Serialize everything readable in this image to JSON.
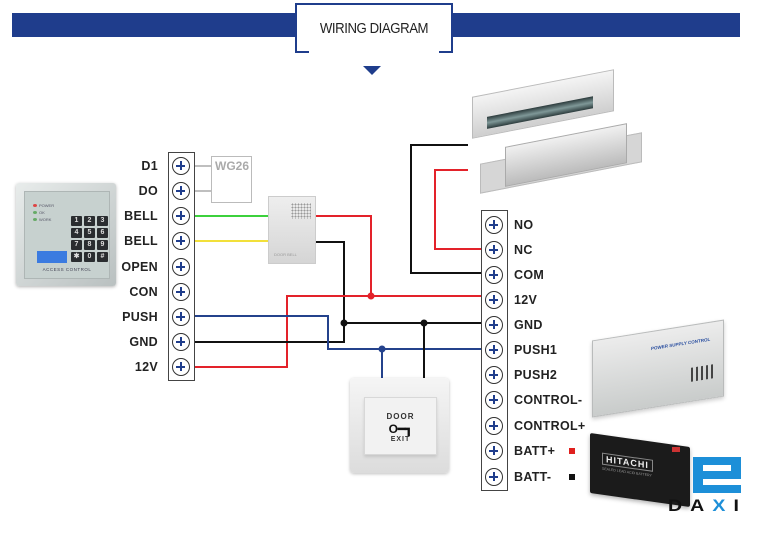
{
  "header": {
    "title": "WIRING DIAGRAM",
    "band_color": "#1f3d8c",
    "indicator": "down-triangle"
  },
  "keypad": {
    "keys": [
      "1",
      "2",
      "3",
      "4",
      "5",
      "6",
      "7",
      "8",
      "9",
      "✱",
      "0",
      "#"
    ],
    "leds": [
      "POWER",
      "OK",
      "WORK"
    ],
    "brand_text": "ACCESS CONTROL"
  },
  "left_terminal": {
    "labels": [
      "D1",
      "DO",
      "BELL",
      "BELL",
      "OPEN",
      "CON",
      "PUSH",
      "GND",
      "12V"
    ]
  },
  "wiegand": {
    "label": "WG26"
  },
  "doorbell": {
    "label": "DOOR BELL"
  },
  "exit_button": {
    "line1": "DOOR",
    "key_glyph": "O━┓",
    "line2": "EXIT"
  },
  "right_terminal": {
    "labels": [
      "NO",
      "NC",
      "COM",
      "12V",
      "GND",
      "PUSH1",
      "PUSH2",
      "CONTROL-",
      "CONTROL+",
      "BATT+",
      "BATT-"
    ],
    "batt_markers": {
      "plus_color": "#e0201e",
      "minus_color": "#111111"
    }
  },
  "power_supply": {
    "label": "POWER SUPPLY CONTROL"
  },
  "battery": {
    "brand": "HITACHI",
    "subtitle": "SEALED LEAD ACID BATTERY"
  },
  "logo": {
    "text_left": "DA",
    "text_x": "X",
    "text_right": "I",
    "color": "#1d8fd8"
  },
  "wire_colors": {
    "red": "#e3222a",
    "black": "#111111",
    "blue": "#24428c",
    "green": "#3cd13c",
    "yellow": "#f2e03a",
    "gray": "#aaaaaa"
  }
}
